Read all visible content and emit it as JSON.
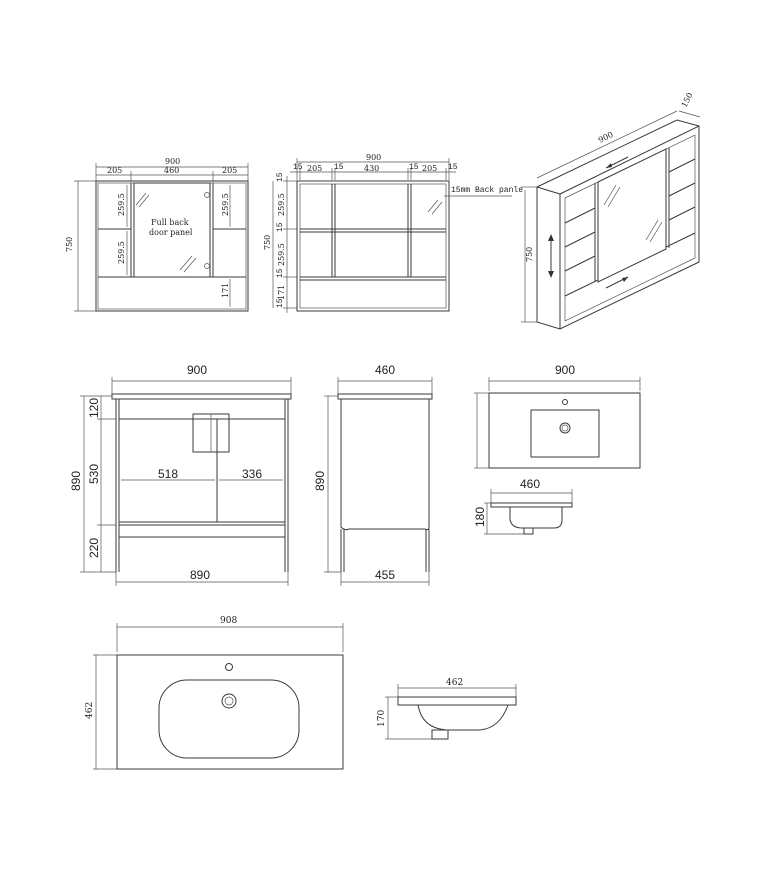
{
  "mirror_front": {
    "width": "900",
    "height": "750",
    "left_col": "205",
    "center_col": "460",
    "right_col": "205",
    "shelf_left_top": "259.5",
    "shelf_left_mid": "259.5",
    "shelf_right_top": "259.5",
    "bottom_right": "171",
    "panel_note": [
      "Full back",
      "door panel"
    ]
  },
  "mirror_section": {
    "width": "900",
    "height": "750",
    "t1": "15",
    "c1": "205",
    "t2": "15",
    "c2": "430",
    "t3": "15",
    "c3": "205",
    "t4": "15",
    "v_t1": "15",
    "v_a": "259.5",
    "v_t2": "15",
    "v_b": "259.5",
    "v_t3": "15",
    "v_c": "171",
    "v_t4": "15",
    "back_note": "15mm Back panle"
  },
  "mirror_iso": {
    "width": "900",
    "depth": "150",
    "height": "750"
  },
  "vanity_front": {
    "width_top": "900",
    "width_bottom": "890",
    "height": "890",
    "top_band": "120",
    "mid_band": "530",
    "leg_band": "220",
    "door_left": "518",
    "door_right": "336"
  },
  "vanity_side": {
    "depth_top": "460",
    "depth_bottom": "455",
    "height": "890"
  },
  "basin_top": {
    "width": "900"
  },
  "basin_side": {
    "depth": "460",
    "height": "180"
  },
  "basin2_top": {
    "width": "908",
    "depth": "462"
  },
  "basin2_side": {
    "depth": "462",
    "height": "170"
  }
}
